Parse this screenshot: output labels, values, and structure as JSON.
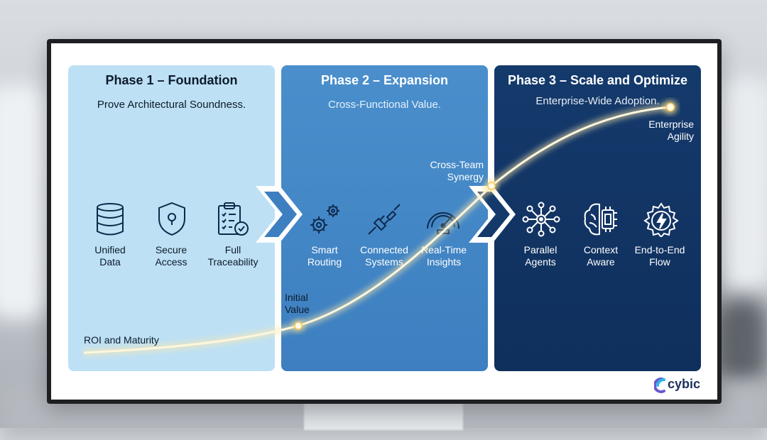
{
  "phases": [
    {
      "title": "Phase 1 – Foundation",
      "subtitle": "Prove Architectural Soundness.",
      "features": [
        {
          "line1": "Unified",
          "line2": "Data",
          "icon": "database-icon"
        },
        {
          "line1": "Secure",
          "line2": "Access",
          "icon": "shield-lock-icon"
        },
        {
          "line1": "Full",
          "line2": "Traceability",
          "icon": "clipboard-check-icon"
        }
      ]
    },
    {
      "title": "Phase 2 – Expansion",
      "subtitle": "Cross-Functional Value.",
      "features": [
        {
          "line1": "Smart",
          "line2": "Routing",
          "icon": "gears-icon"
        },
        {
          "line1": "Connected",
          "line2": "Systems",
          "icon": "plug-icon"
        },
        {
          "line1": "Real-Time",
          "line2": "Insights",
          "icon": "gauge-icon"
        }
      ]
    },
    {
      "title": "Phase 3 – Scale and Optimize",
      "subtitle": "Enterprise-Wide Adoption.",
      "features": [
        {
          "line1": "Parallel",
          "line2": "Agents",
          "icon": "network-icon"
        },
        {
          "line1": "Context",
          "line2": "Aware",
          "icon": "brain-chip-icon"
        },
        {
          "line1": "End-to-End",
          "line2": "Flow",
          "icon": "gear-bolt-icon"
        }
      ]
    }
  ],
  "curve": {
    "axis_label": "ROI and Maturity",
    "milestones": [
      {
        "line1": "Initial",
        "line2": "Value"
      },
      {
        "line1": "Cross-Team",
        "line2": "Synergy"
      },
      {
        "line1": "Enterprise",
        "line2": "Agility"
      }
    ]
  },
  "brand": {
    "name": "cybic"
  },
  "colors": {
    "phase1": "#bde0f5",
    "phase2": "#4a8fcc",
    "phase3": "#143a6c",
    "curve": "#f4e3b5"
  }
}
